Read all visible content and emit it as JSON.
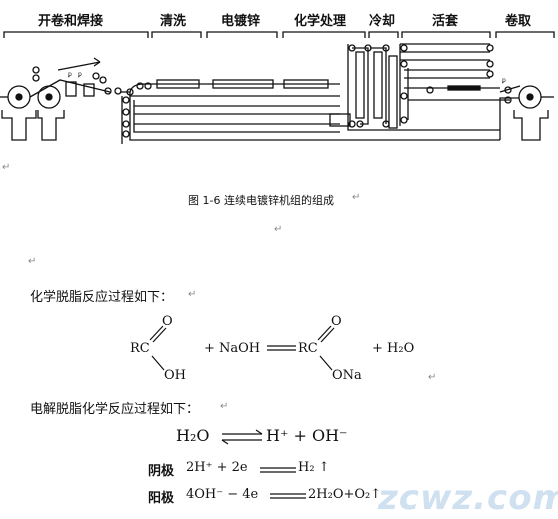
{
  "diagram": {
    "sections": [
      "开卷和焊接",
      "清洗",
      "电镀锌",
      "化学处理",
      "冷却",
      "活套",
      "卷取"
    ],
    "caption": "图 1-6 连续电镀锌机组的组成"
  },
  "paragraph_marks": [
    "↵",
    "↵",
    "↵",
    "↵",
    "↵",
    "↵",
    "↵"
  ],
  "heading1": "化学脱脂反应过程如下：",
  "reaction1": {
    "left_top": "O",
    "left_mid": "RC",
    "left_bot": "OH",
    "plus_naoh": "+ NaOH",
    "right_top": "O",
    "right_mid": "RC",
    "right_bot": "ONa",
    "plus_water": "+ H₂O"
  },
  "heading2": "电解脱脂化学反应过程如下：",
  "eq_water": {
    "left": "H₂O",
    "right": "H⁺ + OH⁻"
  },
  "cathode": {
    "label": "阴极",
    "left": "2H⁺ + 2e",
    "right": "H₂ ↑"
  },
  "anode": {
    "label": "阳极",
    "left": "4OH⁻ − 4e",
    "right": "2H₂O+O₂↑"
  },
  "watermark": "zcwz.com"
}
